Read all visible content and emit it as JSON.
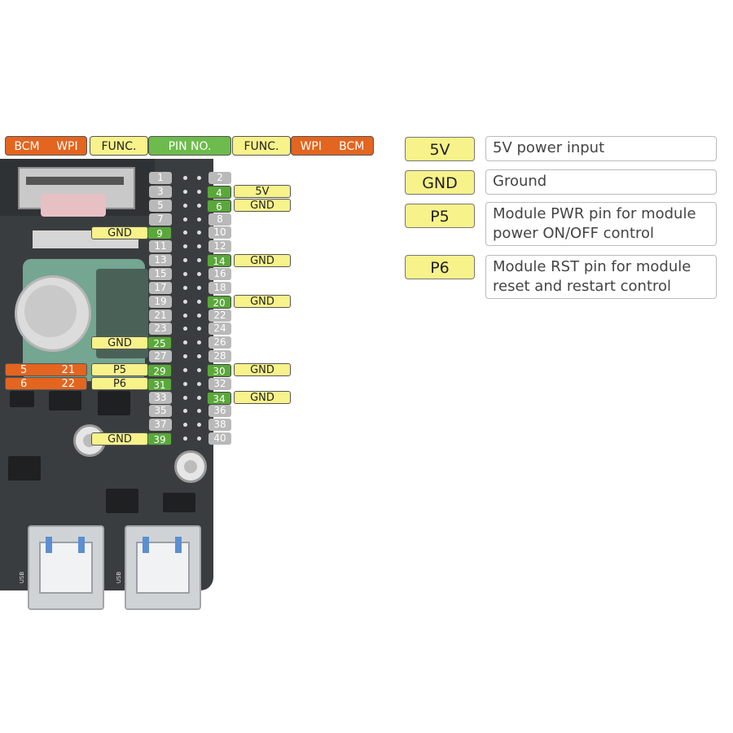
{
  "header": {
    "left_bcm": "BCM",
    "left_wpi": "WPI",
    "left_func": "FUNC.",
    "pin_no": "PIN NO.",
    "right_func": "FUNC.",
    "right_wpi": "WPI",
    "right_bcm": "BCM"
  },
  "pins_odd": [
    "1",
    "3",
    "5",
    "7",
    "9",
    "11",
    "13",
    "15",
    "17",
    "19",
    "21",
    "23",
    "25",
    "27",
    "29",
    "31",
    "33",
    "35",
    "37",
    "39"
  ],
  "pins_even": [
    "2",
    "4",
    "6",
    "8",
    "10",
    "12",
    "14",
    "16",
    "18",
    "20",
    "22",
    "24",
    "26",
    "28",
    "30",
    "32",
    "34",
    "36",
    "38",
    "40"
  ],
  "left_labels": {
    "pin9": "GND",
    "pin25": "GND",
    "pin29": "P5",
    "pin31": "P6",
    "pin39": "GND",
    "pin29_bcm": "5",
    "pin29_wpi": "21",
    "pin31_bcm": "6",
    "pin31_wpi": "22"
  },
  "right_labels": {
    "pin4": "5V",
    "pin6": "GND",
    "pin14": "GND",
    "pin20": "GND",
    "pin30": "GND",
    "pin34": "GND"
  },
  "legend": [
    {
      "key": "5V",
      "desc": "5V power input"
    },
    {
      "key": "GND",
      "desc": "Ground"
    },
    {
      "key": "P5",
      "desc": "Module PWR pin for module power ON/OFF control"
    },
    {
      "key": "P6",
      "desc": "Module RST pin for module reset and restart control"
    }
  ],
  "board_text": {
    "usb_left": "USB",
    "usb_right": "USB"
  },
  "colors": {
    "orange": "#e3651f",
    "yellow": "#f7f28a",
    "green": "#5aa83a",
    "gray": "#b9b9b9"
  }
}
